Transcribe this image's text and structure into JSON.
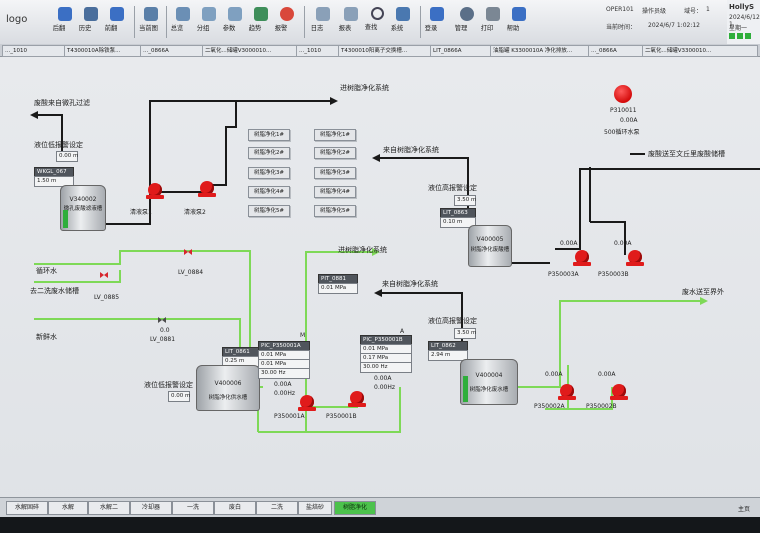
{
  "toolbar": {
    "logo": "logo",
    "buttons": [
      {
        "label": "后翻",
        "icon": "arrow-left-icon"
      },
      {
        "label": "历史",
        "icon": "history-icon"
      },
      {
        "label": "前翻",
        "icon": "arrow-right-icon"
      },
      {
        "label": "当前图",
        "icon": "current-graph-icon"
      },
      {
        "label": "总览",
        "icon": "overview-icon"
      },
      {
        "label": "分组",
        "icon": "group-icon"
      },
      {
        "label": "参数",
        "icon": "parameter-icon"
      },
      {
        "label": "趋势",
        "icon": "trend-icon"
      },
      {
        "label": "报警",
        "icon": "alarm-icon"
      },
      {
        "label": "日志",
        "icon": "log-icon"
      },
      {
        "label": "报表",
        "icon": "report-icon"
      },
      {
        "label": "查找",
        "icon": "search-icon"
      },
      {
        "label": "系统",
        "icon": "system-icon"
      },
      {
        "label": "登录",
        "icon": "login-icon"
      },
      {
        "label": "管理",
        "icon": "manage-icon"
      },
      {
        "label": "打印",
        "icon": "print-icon"
      },
      {
        "label": "帮助",
        "icon": "help-icon"
      }
    ],
    "operator": "OPER101",
    "operator_label": "操作员级",
    "domain_label": "域号：",
    "domain_value": "1",
    "time_label": "当前时间：",
    "time_value": "2024/6/7 1:02:12",
    "brand": "HollyS",
    "brand_date": "2024/6/12 1",
    "brand_day": "星期一"
  },
  "tabs": [
    "..._1010",
    "T4300010A除铁泵...",
    "..._0866A",
    "二氧化...储罐V3000010...",
    "..._1010",
    "T4300010阳离子交换槽...",
    "LIT_0866A",
    "油脂罐 K3300010A 净化排放...",
    "..._0866A",
    "二氧化...储罐V3300010..."
  ],
  "process": {
    "labels": {
      "waste_acid_from_filter": "废酸来自微孔过滤",
      "to_resin_purification_1": "进树脂净化系统",
      "low_level_alarm_1": "液位低报警设定",
      "low_level_value_1": "0.00 m",
      "wkgl_tag": "WKGL_067",
      "wkgl_value": "1.50 m",
      "tank_v340002": "V340002",
      "tank_v340002_name": "微孔废酸滤液槽",
      "pump_1": "清液泵1",
      "pump_2": "清液泵2",
      "pump_p310011": "P310011",
      "pump_p310011_current": "0.00A",
      "pump_p310011_name": "500循环水泵",
      "from_resin_purification_1": "来自树脂净化系统",
      "to_waste_acid_tank": "废酸送至文丘里废酸储槽",
      "high_level_alarm_1": "液位高报警设定",
      "high_level_value_1": "3.50 m",
      "lit_0863": "LIT_0863",
      "lit_0863_value": "0.10 m",
      "tank_v400005": "V400005",
      "tank_v400005_name": "树脂净化废酸槽",
      "pump_p350003a": "P350003A",
      "pump_p350003b": "P350003B",
      "pump_p350003a_current": "0.00A",
      "pump_p350003b_current": "0.00A",
      "circulating_water": "循环水",
      "from_demin_tank": "去二洗废水储槽",
      "fresh_water": "新鲜水",
      "lv_0884": "LV_0884",
      "lv_0885": "LV_0885",
      "lv_0881": "LV_0881",
      "lv_0881_value": "0.0",
      "to_resin_purification_2": "进树脂净化系统",
      "pit_0881": "PIT_0881",
      "pit_0881_value": "0.01 MPa",
      "from_resin_purification_2": "来自树脂净化系统",
      "to_waste_water_outside": "废水送至界外",
      "high_level_alarm_2": "液位高报警设定",
      "high_level_value_2": "3.50 m",
      "lit_0862": "LIT_0862",
      "lit_0862_value": "2.94 m",
      "tank_v400004": "V400004",
      "tank_v400004_name": "树脂净化废水槽",
      "pump_p350002a": "P350002A",
      "pump_p350002b": "P350002B",
      "pump_p350002a_current": "0.00A",
      "pump_p350002b_current": "0.00A",
      "lit_0861": "LIT_0861",
      "lit_0861_value": "0.25 m",
      "low_level_alarm_2": "液位低报警设定",
      "low_level_value_2": "0.00 m",
      "tank_v400006": "V400006",
      "tank_v400006_name": "树脂净化供水槽",
      "pic_a_tag": "PIC_P350001A",
      "pic_a_v1": "0.01 MPa",
      "pic_a_v2": "0.01 MPa",
      "pic_a_v3": "30.00 Hz",
      "pic_b_tag": "PIC_P350001B",
      "pic_b_v1": "0.01 MPa",
      "pic_b_v2": "0.17 MPa",
      "pic_b_v3": "30.00 Hz",
      "marker_m": "M",
      "marker_a": "A",
      "pump_p350001a": "P350001A",
      "pump_p350001b": "P350001B",
      "pump_p350001a_current": "0.00A",
      "pump_p350001a_freq": "0.00Hz",
      "pump_p350001b_current": "0.00A",
      "pump_p350001b_freq": "0.00Hz"
    },
    "purification_buttons": [
      "树脂净化1#",
      "树脂净化1#",
      "树脂净化2#",
      "树脂净化2#",
      "树脂净化3#",
      "树脂净化3#",
      "树脂净化4#",
      "树脂净化4#",
      "树脂净化5#",
      "树脂净化5#"
    ]
  },
  "bottom_tabs": [
    "水解固碎",
    "水解",
    "水解二",
    "冷却器",
    "一洗",
    "废白",
    "二洗",
    "盐焙砂",
    "树脂净化"
  ],
  "bottom_right": "主页",
  "colors": {
    "pipe_black": "#1a1a1a",
    "pipe_green": "#7ed957",
    "pump_red": "#e01b1b",
    "active_tab": "#4cc24c"
  }
}
